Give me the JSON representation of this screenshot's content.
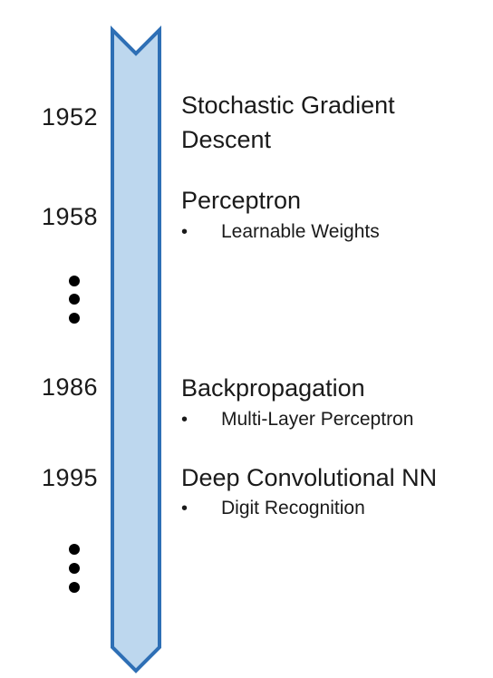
{
  "colors": {
    "arrow_fill": "#bdd7ee",
    "arrow_stroke": "#2e6fb5",
    "text": "#1a1a1a",
    "dots": "#000000"
  },
  "timeline": {
    "events": [
      {
        "year": "1952",
        "title_lines": [
          "Stochastic Gradient",
          "Descent"
        ],
        "bullets": []
      },
      {
        "year": "1958",
        "title_lines": [
          "Perceptron"
        ],
        "bullets": [
          "Learnable Weights"
        ]
      },
      {
        "year": "1986",
        "title_lines": [
          "Backpropagation"
        ],
        "bullets": [
          "Multi-Layer Perceptron"
        ]
      },
      {
        "year": "1995",
        "title_lines": [
          "Deep Convolutional NN"
        ],
        "bullets": [
          "Digit Recognition"
        ]
      }
    ],
    "bullet_symbol": "•"
  }
}
